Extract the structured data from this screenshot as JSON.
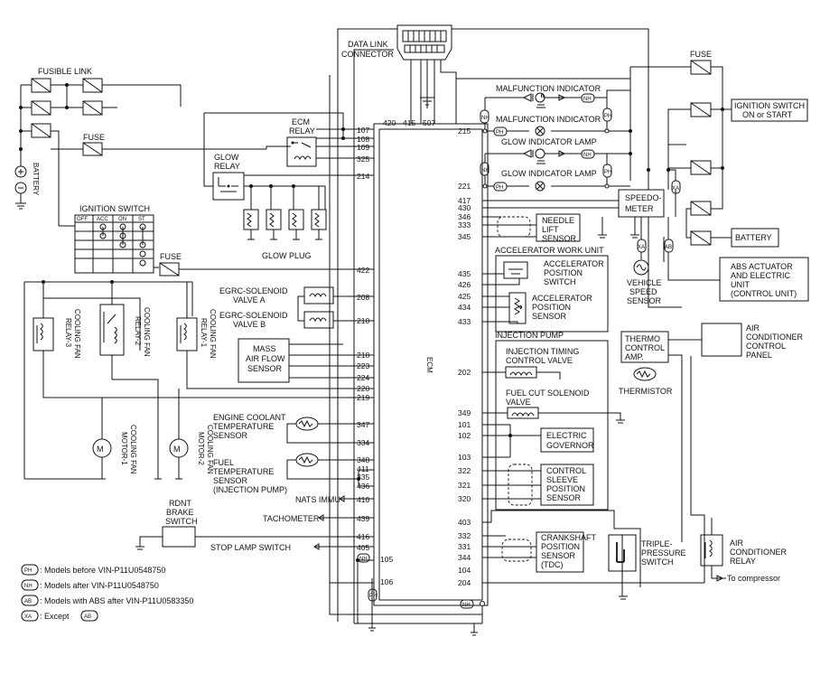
{
  "header": {
    "data_link_connector": [
      "DATA LINK",
      "CONNECTOR"
    ],
    "fusible_link": "FUSIBLE LINK",
    "fuse": "FUSE",
    "battery_vertical": "BATTERY",
    "ecm_relay": [
      "ECM",
      "RELAY"
    ],
    "glow_relay": [
      "GLOW",
      "RELAY"
    ],
    "ignition_switch": "IGNITION SWITCH",
    "ign_cols": [
      "OFF",
      "ACC",
      "ON",
      "ST"
    ],
    "glow_plug": "GLOW PLUG",
    "ecm": "ECM"
  },
  "right_side": {
    "ignition_on_start": [
      "IGNITION SWITCH",
      "ON or START"
    ],
    "battery": "BATTERY",
    "abs_unit": [
      "ABS ACTUATOR",
      "AND ELECTRIC",
      "UNIT",
      "(CONTROL UNIT)"
    ],
    "speedometer": [
      "SPEEDO-",
      "METER"
    ],
    "vehicle_speed_sensor": [
      "VEHICLE",
      "SPEED",
      "SENSOR"
    ],
    "thermo_amp": [
      "THERMO",
      "CONTROL",
      "AMP."
    ],
    "thermistor": "THERMISTOR",
    "ac_panel": [
      "AIR",
      "CONDITIONER",
      "CONTROL",
      "PANEL"
    ],
    "ac_relay": [
      "AIR",
      "CONDITIONER",
      "RELAY"
    ],
    "to_compressor": "To compressor",
    "triple_switch": [
      "TRIPLE-",
      "PRESSURE",
      "SWITCH"
    ]
  },
  "indicators": {
    "malfunction": "MALFUNCTION INDICATOR",
    "glow_lamp": "GLOW INDICATOR LAMP"
  },
  "sensors": {
    "needle_lift": [
      "NEEDLE",
      "LIFT",
      "SENSOR"
    ],
    "accel_unit": "ACCELERATOR WORK UNIT",
    "accel_switch": [
      "ACCELERATOR",
      "POSITION",
      "SWITCH"
    ],
    "accel_sensor": [
      "ACCELERATOR",
      "POSITION",
      "SENSOR"
    ],
    "injection_pump": "INJECTION PUMP",
    "timing_valve": [
      "INJECTION TIMING",
      "CONTROL VALVE"
    ],
    "fuel_cut": [
      "FUEL CUT SOLENOID",
      "VALVE"
    ],
    "governor": [
      "ELECTRIC",
      "GOVERNOR"
    ],
    "sleeve_sensor": [
      "CONTROL",
      "SLEEVE",
      "POSITION",
      "SENSOR"
    ],
    "crankshaft": [
      "CRANKSHAFT",
      "POSITION",
      "SENSOR",
      "(TDC)"
    ]
  },
  "left_side": {
    "egrc_a": [
      "EGRC-SOLENOID",
      "VALVE A"
    ],
    "egrc_b": [
      "EGRC-SOLENOID",
      "VALVE B"
    ],
    "maf": [
      "MASS",
      "AIR FLOW",
      "SENSOR"
    ],
    "coolant": [
      "ENGINE COOLANT",
      "TEMPERATURE",
      "SENSOR"
    ],
    "fuel_temp": [
      "FUEL",
      "TEMPERATURE",
      "SENSOR",
      "(INJECTION PUMP)"
    ],
    "nats": "NATS IMMU",
    "tachometer": "TACHOMETER",
    "brake_switch": [
      "RDNT",
      "BRAKE",
      "SWITCH"
    ],
    "stop_lamp": "STOP LAMP SWITCH",
    "fan_relay_3": [
      "COOLING FAN",
      "RELAY-3"
    ],
    "fan_relay_2": [
      "COOLING FAN",
      "RELAY-2"
    ],
    "fan_relay_1": [
      "COOLING FAN",
      "RELAY-1"
    ],
    "fan_motor_1": [
      "COOLING FAN",
      "MOTOR-1"
    ],
    "fan_motor_2": [
      "COOLING FAN",
      "MOTOR-2"
    ]
  },
  "tags": {
    "ph": "PH",
    "nh": "NH",
    "ab": "AB",
    "xa": "XA"
  },
  "pins": {
    "top": [
      "420",
      "415",
      "507"
    ],
    "left": [
      "107",
      "108",
      "109",
      "325",
      "214",
      "422",
      "208",
      "210",
      "218",
      "223",
      "224",
      "219",
      "220",
      "347",
      "334",
      "348",
      "411",
      "335",
      "436",
      "410",
      "439",
      "416",
      "405",
      "105",
      "106"
    ],
    "right": [
      "215",
      "221",
      "417",
      "430",
      "346",
      "333",
      "345",
      "435",
      "426",
      "425",
      "434",
      "433",
      "202",
      "349",
      "101",
      "102",
      "103",
      "322",
      "321",
      "320",
      "403",
      "332",
      "331",
      "344",
      "104",
      "204"
    ]
  },
  "legend": [
    {
      "tag": "PH",
      "text": ": Models before VIN-P11U0548750"
    },
    {
      "tag": "NH",
      "text": ": Models after VIN-P11U0548750"
    },
    {
      "tag": "AB",
      "text": ": Models with ABS after VIN-P11U0583350"
    },
    {
      "tag": "XA",
      "text": ": Except",
      "tag2": "AB"
    }
  ]
}
